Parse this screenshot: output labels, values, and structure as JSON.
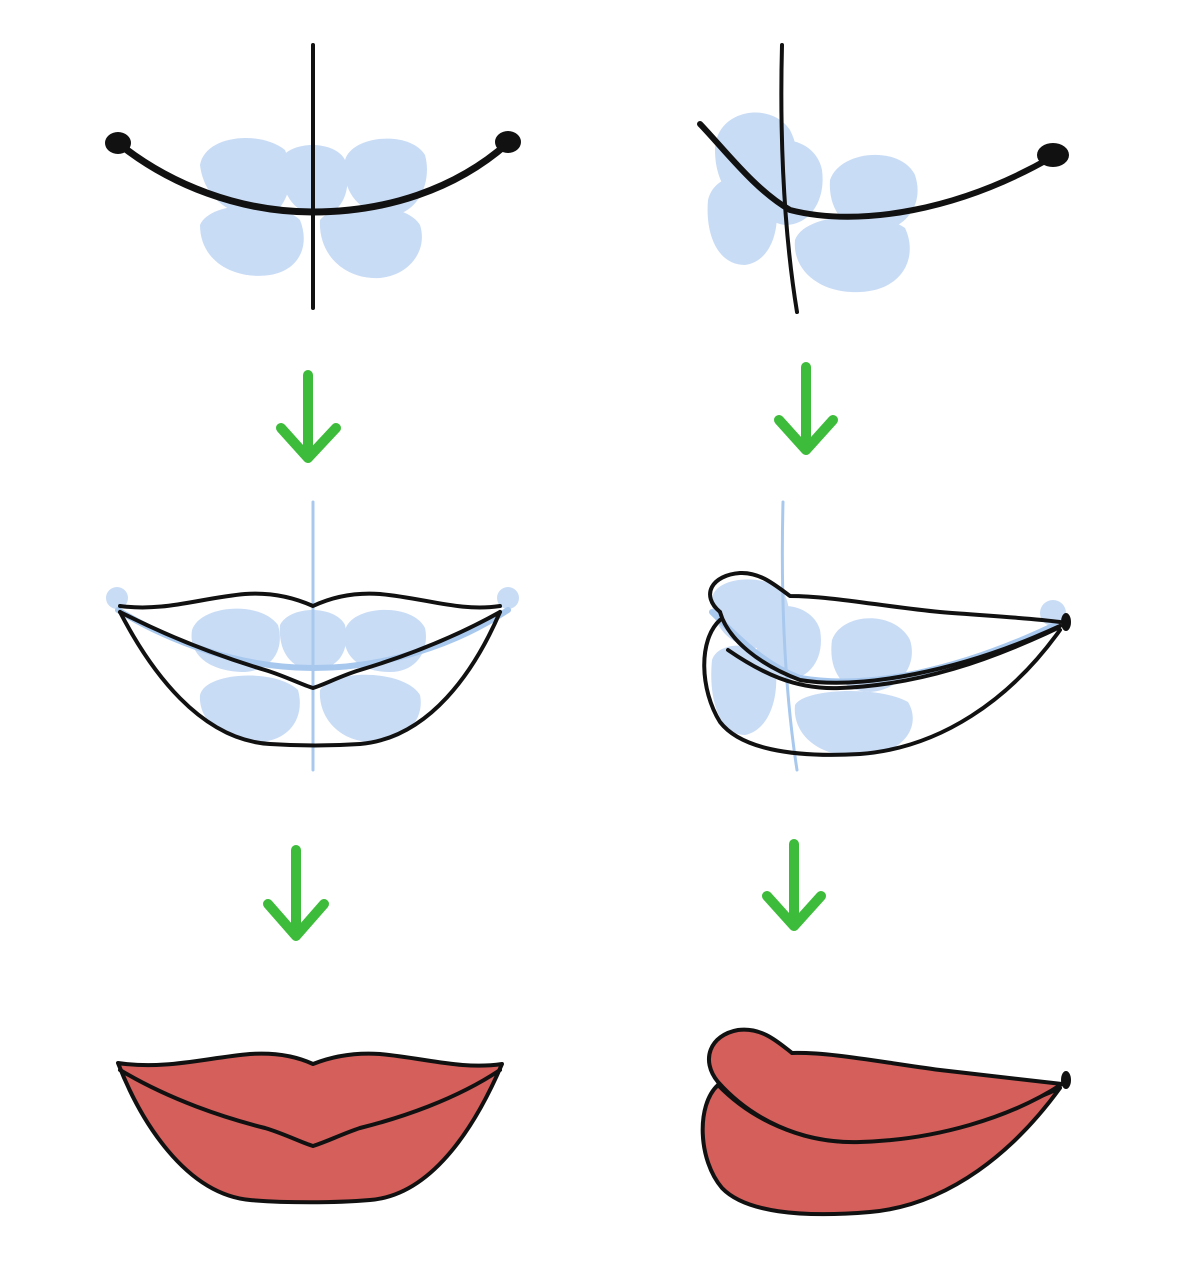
{
  "figure": {
    "background": "#ffffff",
    "columns": [
      {
        "view": "front",
        "stages": [
          "guide-sketch",
          "lip-outline",
          "colored-lips"
        ]
      },
      {
        "view": "three-quarter",
        "stages": [
          "guide-sketch",
          "lip-outline",
          "colored-lips"
        ]
      }
    ]
  },
  "colors": {
    "guide_blob": "#c9dcf5",
    "guide_line": "#a8c8ee",
    "ink": "#111111",
    "lip_fill": "#d45f5b",
    "arrow": "#3dbb3a"
  },
  "icons": {
    "step_arrow": "down-arrow-icon"
  }
}
